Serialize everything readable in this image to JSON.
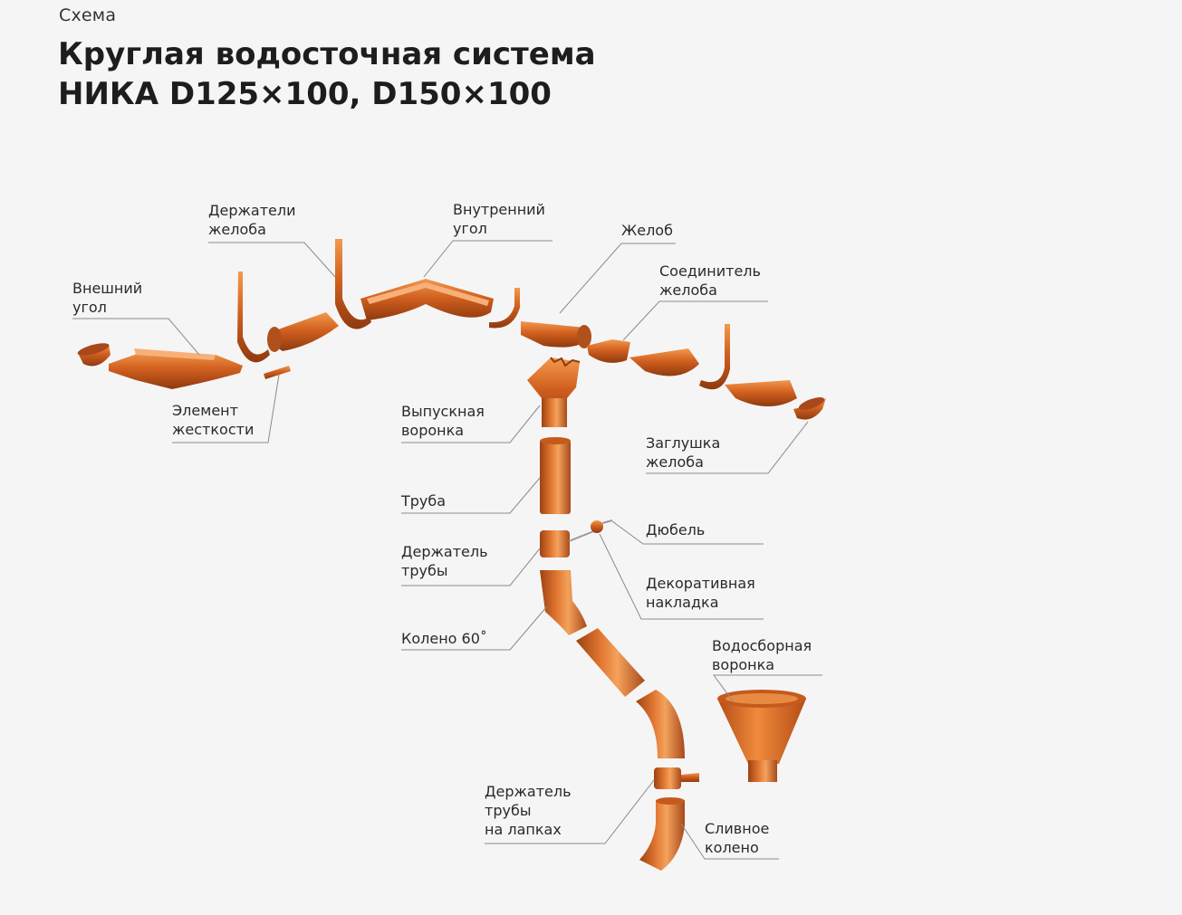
{
  "header": {
    "eyebrow": "Схема",
    "title_line1": "Круглая водосточная система",
    "title_line2": "НИКА D125×100, D150×100"
  },
  "colors": {
    "background": "#f5f5f5",
    "part_main": "#d2601f",
    "part_dark": "#8f3a0f",
    "part_light": "#f29a4e",
    "leader_line": "#8a8a8a"
  },
  "labels": {
    "outer_corner": [
      "Внешний",
      "угол"
    ],
    "gutter_holders": [
      "Держатели",
      "желоба"
    ],
    "inner_corner": [
      "Внутренний",
      "угол"
    ],
    "gutter": [
      "Желоб"
    ],
    "gutter_connector": [
      "Соединитель",
      "желоба"
    ],
    "stiffener": [
      "Элемент",
      "жесткости"
    ],
    "outlet_funnel": [
      "Выпускная",
      "воронка"
    ],
    "gutter_cap": [
      "Заглушка",
      "желоба"
    ],
    "pipe": [
      "Труба"
    ],
    "dowel": [
      "Дюбель"
    ],
    "pipe_holder": [
      "Держатель",
      "трубы"
    ],
    "decorative_cover": [
      "Декоративная",
      "накладка"
    ],
    "elbow_60": [
      "Колено 60˚"
    ],
    "collector_funnel": [
      "Водосборная",
      "воронка"
    ],
    "pipe_holder_legs": [
      "Держатель",
      "трубы",
      "на лапках"
    ],
    "drain_elbow": [
      "Сливное",
      "колено"
    ]
  }
}
